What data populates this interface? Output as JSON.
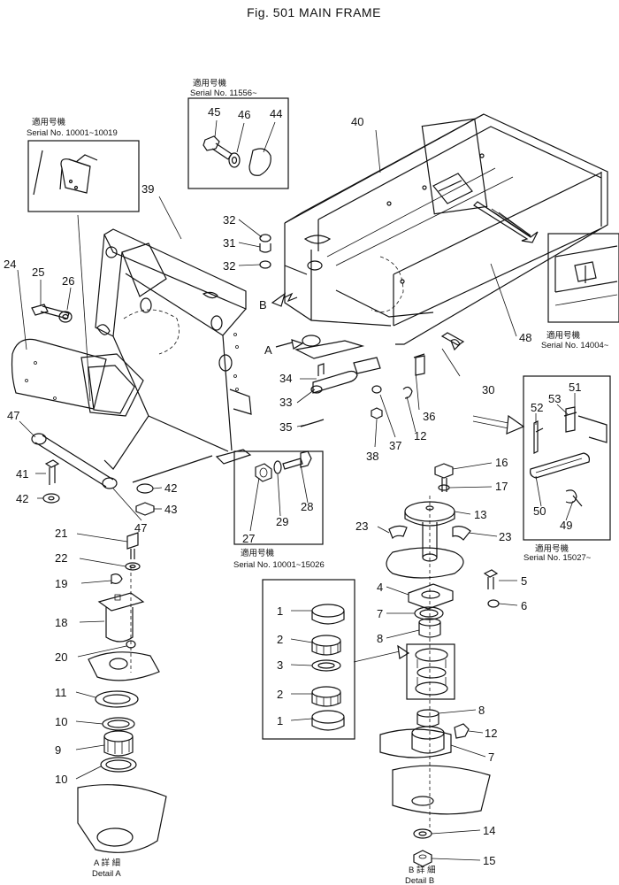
{
  "figure": {
    "title": "Fig. 501 MAIN FRAME"
  },
  "notes": {
    "serial_11556_jp": "適用号機",
    "serial_11556": "Serial No. 11556~",
    "serial_10001_10019_jp": "適用号機",
    "serial_10001_10019": "Serial No. 10001~10019",
    "serial_10001_15026_jp": "適用号機",
    "serial_10001_15026": "Serial No. 10001~15026",
    "serial_14004_jp": "適用号機",
    "serial_14004": "Serial No. 14004~",
    "serial_15027_jp": "適用号機",
    "serial_15027": "Serial No. 15027~",
    "detail_a_jp": "A 詳 細",
    "detail_a": "Detail A",
    "detail_b_jp": "B 詳 細",
    "detail_b": "Detail B"
  },
  "letters": {
    "a": "A",
    "b": "B"
  },
  "parts": [
    "1",
    "2",
    "3",
    "4",
    "5",
    "6",
    "7",
    "8",
    "9",
    "10",
    "11",
    "12",
    "13",
    "14",
    "15",
    "16",
    "17",
    "18",
    "19",
    "20",
    "21",
    "22",
    "23",
    "24",
    "25",
    "26",
    "27",
    "28",
    "29",
    "30",
    "31",
    "32",
    "33",
    "34",
    "35",
    "36",
    "37",
    "38",
    "39",
    "40",
    "41",
    "42",
    "43",
    "44",
    "45",
    "46",
    "47",
    "48",
    "49",
    "50",
    "51",
    "52",
    "53"
  ]
}
